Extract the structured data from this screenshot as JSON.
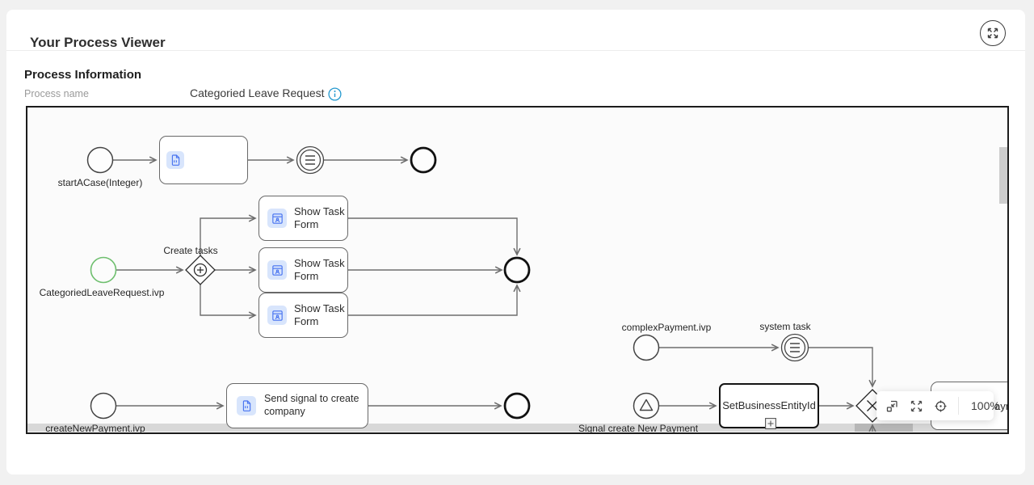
{
  "header": {
    "title": "Your Process Viewer"
  },
  "process_info": {
    "section_title": "Process Information",
    "name_label": "Process name",
    "name_value": "Categoried Leave Request"
  },
  "viewer_controls": {
    "zoom_level": "100%"
  },
  "diagram": {
    "flow_start_case": {
      "start_label": "startACase(Integer)"
    },
    "flow_leave_request": {
      "start_label": "CategoriedLeaveRequest.ivp",
      "gateway_label": "Create tasks",
      "task_label": "Show Task Form"
    },
    "flow_new_payment": {
      "start_label": "createNewPayment.ivp",
      "task_label": "Send signal to create company"
    },
    "flow_signal_payment": {
      "start_label": "complexPayment.ivp",
      "event_label": "system task",
      "signal_label": "Signal create New Payment",
      "task_label": "SetBusinessEntityId",
      "clipped_task_fragment": "aym"
    }
  },
  "colors": {
    "accent_blue": "#4672f0",
    "icon_badge_bg": "#d8e5fc",
    "info_icon": "#2499cf",
    "start_event_green": "#6fbf6f",
    "canvas_border": "#1c1c1c",
    "edge": "#6e6e6e"
  }
}
